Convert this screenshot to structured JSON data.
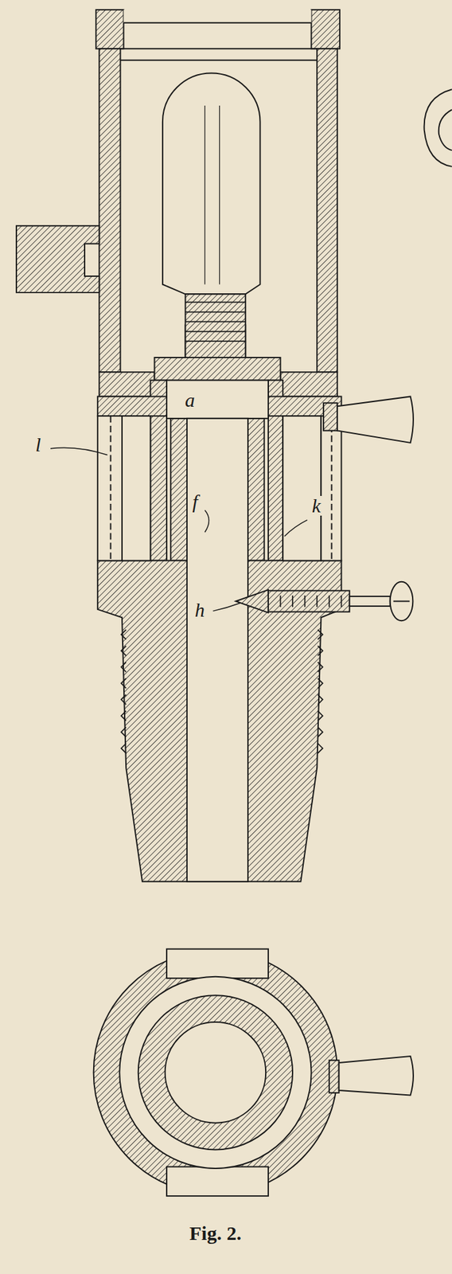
{
  "diagram": {
    "caption": "Fig. 2.",
    "labels": [
      "l",
      "a",
      "f",
      "k",
      "h"
    ]
  }
}
